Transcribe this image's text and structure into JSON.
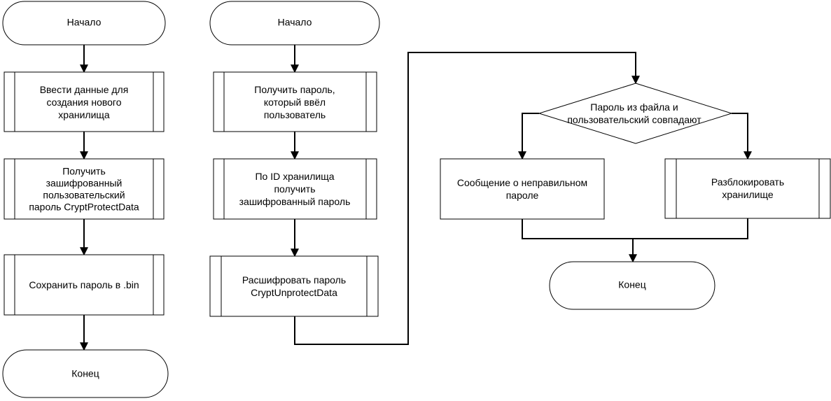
{
  "flow_left": {
    "start": "Начало",
    "step1": [
      "Ввести данные для",
      "создания нового",
      "хранилища"
    ],
    "step2": [
      "Получить",
      "зашифрованный",
      "пользовательский",
      "пароль CryptProtectData"
    ],
    "step3": [
      "Сохранить пароль в .bin"
    ],
    "end": "Конец"
  },
  "flow_right": {
    "start": "Начало",
    "step1": [
      "Получить пароль,",
      "который ввёл",
      "пользователь"
    ],
    "step2": [
      "По ID хранилища",
      "получить",
      "зашифрованный пароль"
    ],
    "step3": [
      "Расшифровать пароль",
      "CryptUnprotectData"
    ],
    "decision": [
      "Пароль из файла и",
      "пользовательский совпадают"
    ],
    "fail": [
      "Сообщение о неправильном",
      "пароле"
    ],
    "success": [
      "Разблокировать",
      "хранилище"
    ],
    "end": "Конец"
  }
}
